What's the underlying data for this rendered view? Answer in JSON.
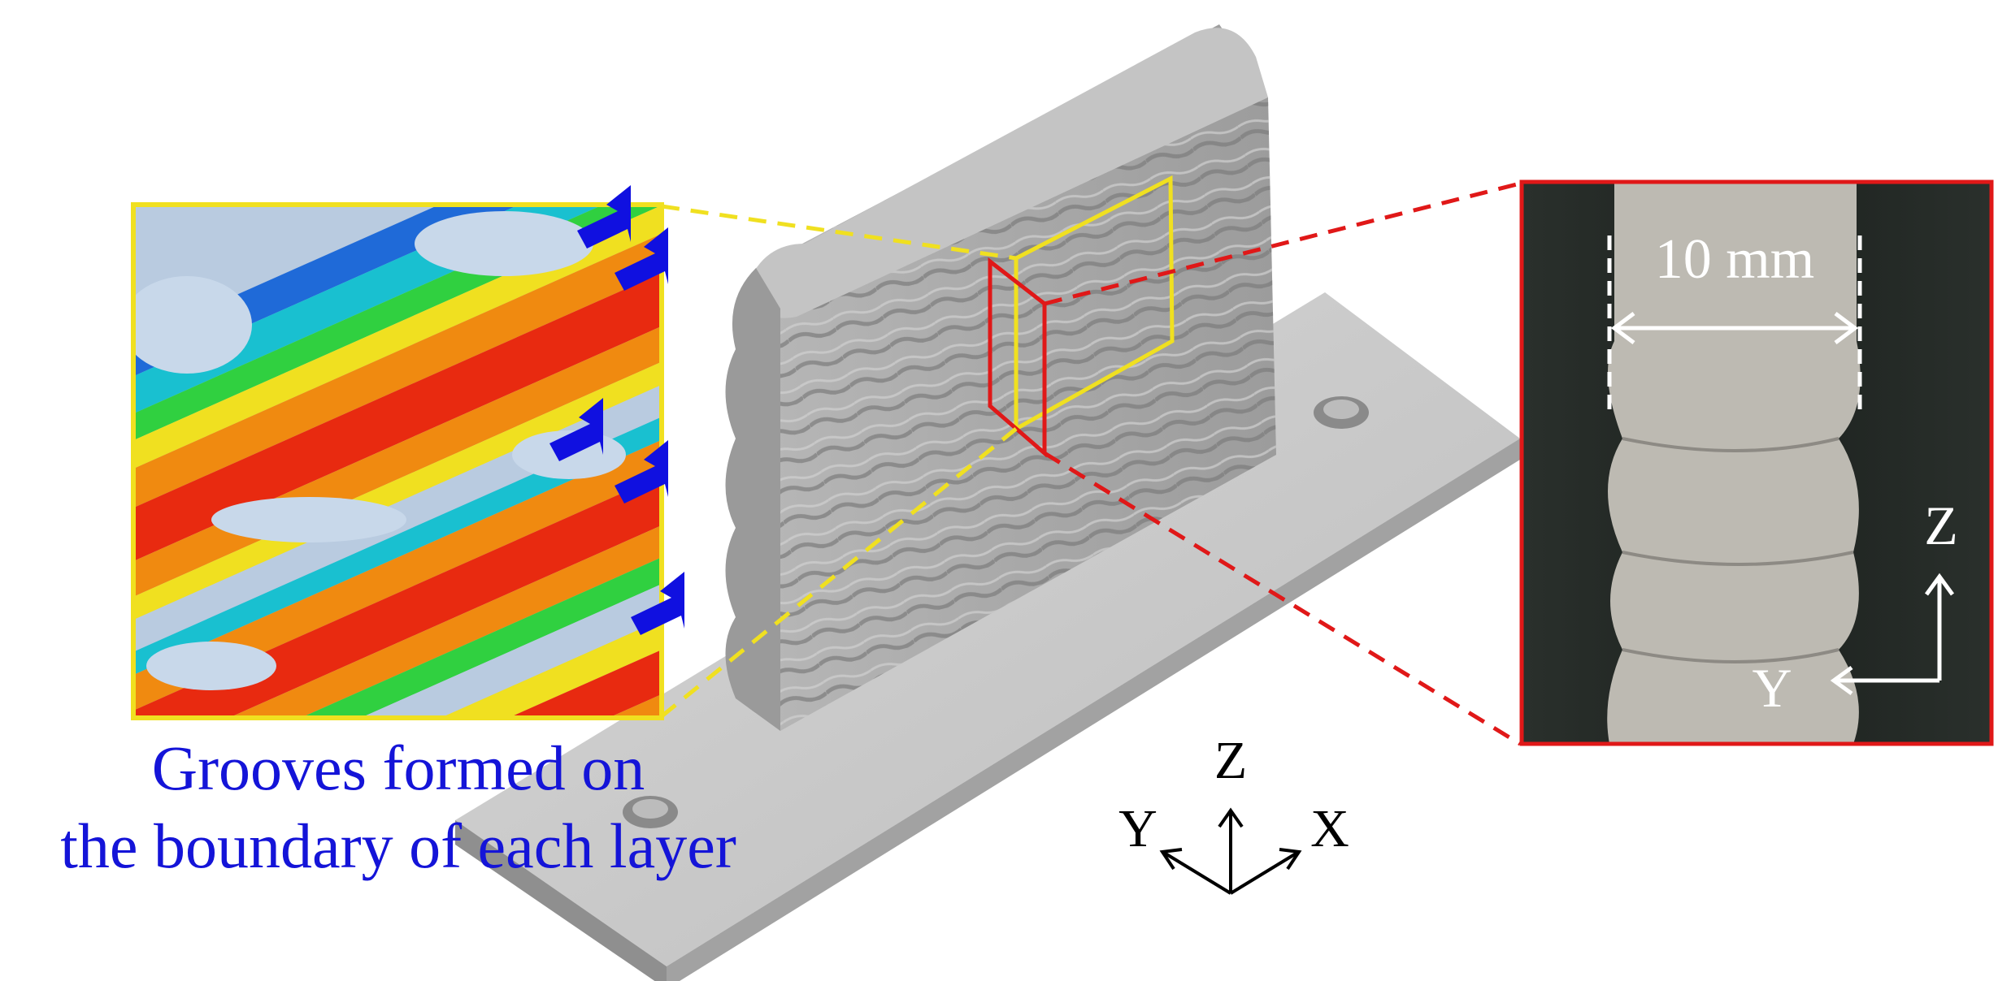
{
  "caption": {
    "line1": "Grooves formed on",
    "line2": "the boundary of each layer"
  },
  "axes_center": {
    "z": "Z",
    "y": "Y",
    "x": "X"
  },
  "cross_section": {
    "dimension_label": "10 mm",
    "axis_z": "Z",
    "axis_y": "Y"
  },
  "colors": {
    "caption": "#1414d8",
    "inset_frame": "#f0e020",
    "section_frame": "#e01818",
    "arrows": "#1010e0"
  }
}
